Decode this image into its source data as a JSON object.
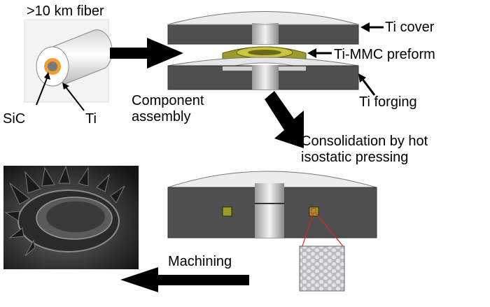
{
  "labels": {
    "fiber": ">10 km fiber",
    "sic": "SiC",
    "ti": "Ti",
    "ti_cover": "Ti cover",
    "preform": "Ti-MMC preform",
    "ti_forging": "Ti forging",
    "assembly_line1": "Component",
    "assembly_line2": "assembly",
    "consolidation_line1": "Consolidation by hot",
    "consolidation_line2": "isostatic pressing",
    "machining": "Machining"
  },
  "colors": {
    "metal_dark": "#4f4f4f",
    "metal_light": "#e6e6e6",
    "preform": "#9c9a2a",
    "sic_core": "#f0a030",
    "callout": "#d22a1a",
    "arrow": "#000000"
  },
  "icons": [
    "fiber-cylinder-icon",
    "disk-assembly-icon",
    "consolidated-disk-icon",
    "micrograph-icon",
    "machined-ring-photo-icon"
  ]
}
